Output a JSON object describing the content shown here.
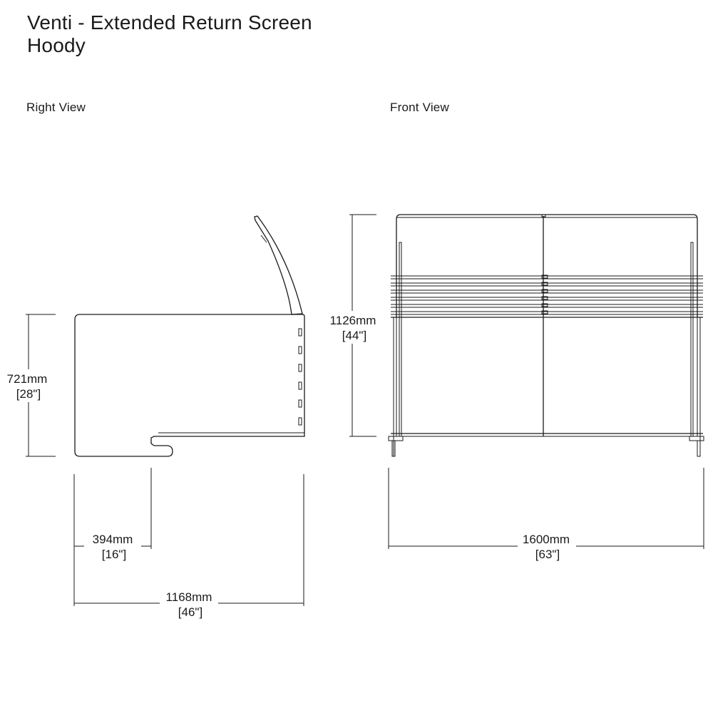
{
  "title": {
    "line1": "Venti - Extended Return Screen",
    "line2": "Hoody"
  },
  "views": {
    "right": {
      "label": "Right View",
      "height_dim": {
        "mm": "721mm",
        "in": "[28\"]"
      },
      "inner_depth_dim": {
        "mm": "394mm",
        "in": "[16\"]"
      },
      "depth_dim": {
        "mm": "1168mm",
        "in": "[46\"]"
      }
    },
    "front": {
      "label": "Front View",
      "height_dim": {
        "mm": "1126mm",
        "in": "[44\"]"
      },
      "width_dim": {
        "mm": "1600mm",
        "in": "[63\"]"
      }
    }
  },
  "colors": {
    "line": "#1a1a1a",
    "background": "#ffffff"
  }
}
